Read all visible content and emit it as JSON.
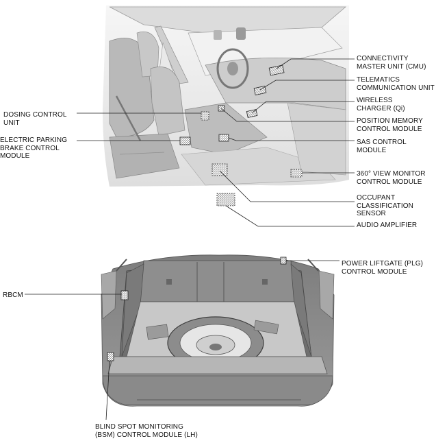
{
  "labels": {
    "cmu": "CONNECTIVITY\nMASTER UNIT (CMU)",
    "telematics": "TELEMATICS\nCOMMUNICATION UNIT",
    "wireless": "WIRELESS\nCHARGER (Qi)",
    "position_memory": "POSITION MEMORY\nCONTROL MODULE",
    "sas": "SAS CONTROL\nMODULE",
    "view360": "360° VIEW MONITOR\nCONTROL MODULE",
    "occupant": "OCCUPANT\nCLASSIFICATION\nSENSOR",
    "audio_amp": "AUDIO AMPLIFIER",
    "dosing": "DOSING CONTROL\nUNIT",
    "epb": "ELECTRIC PARKING\nBRAKE CONTROL\nMODULE",
    "plg": "POWER LIFTGATE (PLG)\nCONTROL MODULE",
    "rbcm": "RBCM",
    "bsm_lh": "BLIND SPOT MONITORING\n(BSM) CONTROL MODULE (LH)"
  },
  "colors": {
    "interior_bg": "#eeeeee",
    "cargo_body": "#8a8a8a",
    "cargo_floor": "#c8c8c8",
    "leader_line": "#222222"
  }
}
